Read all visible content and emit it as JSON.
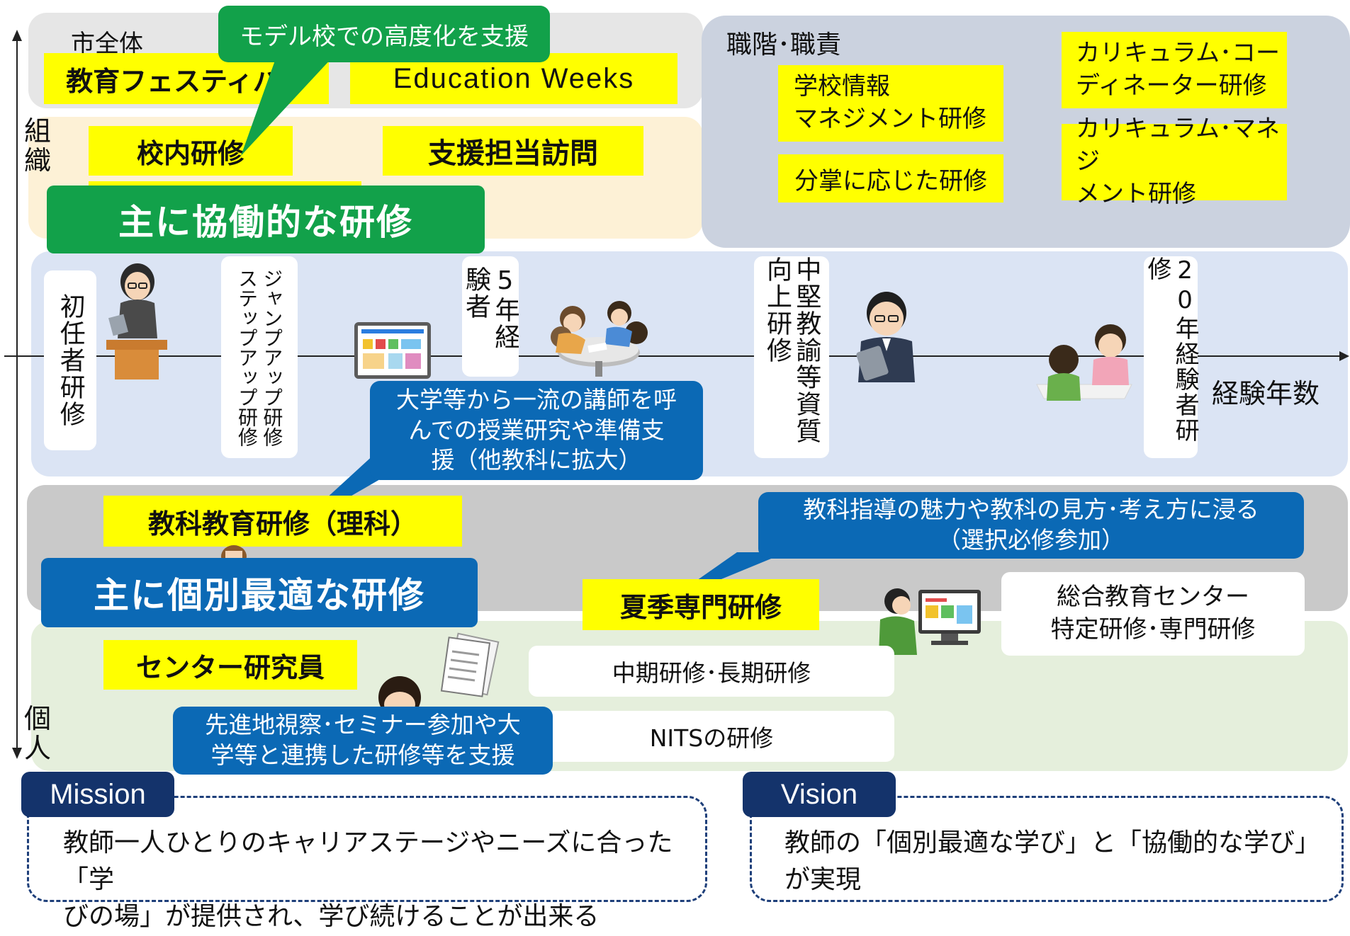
{
  "colors": {
    "yellow": "#ffff00",
    "green": "#12a14a",
    "blue": "#0b69b5",
    "navy": "#14336b",
    "band_city": "#e6e6e6",
    "band_org": "#fdf1d6",
    "band_role": "#cbd2df",
    "band_experience": "#dbe4f4",
    "band_subject": "#c9c9c9",
    "band_individual": "#e5efdc"
  },
  "axis": {
    "top_label": "組\n織",
    "bottom_label": "個\n人",
    "x_label": "経験年数"
  },
  "city": {
    "label": "市全体",
    "festival": "教育フェスティバル",
    "weeks": "Education Weeks"
  },
  "model_school_callout": "モデル校での高度化を支援",
  "organization": {
    "school_training": "校内研修",
    "support_visit": "支援担当訪問",
    "collaborative": "主に協働的な研修"
  },
  "role": {
    "label": "職階･職責",
    "items": [
      "学校情報\nマネジメント研修",
      "分掌に応じた研修",
      "カリキュラム･コー\nディネーター研修",
      "カリキュラム･マネジ\nメント研修"
    ]
  },
  "experience": {
    "first_year": "初任者研修",
    "jump_up": "ジャンプアップ研修",
    "step_up": "ステップアップ研修",
    "five_year": "5年経験者",
    "mid_career": "中堅教諭等資質向上研修",
    "twenty_year": "20年経験者研修"
  },
  "icons": {
    "teacher_podium": "teacher-at-podium-icon",
    "tablet_screen": "tablet-screen-icon",
    "group_discussion": "group-discussion-icon",
    "male_teacher_tablet": "male-teacher-tablet-icon",
    "consultation": "consultation-icon",
    "document": "document-icon",
    "computer_user": "computer-user-icon"
  },
  "university_callout": "大学等から一流の講師を呼\nんでの授業研究や準備支\n援（他教科に拡大）",
  "subject": {
    "science": "教科教育研修（理科）",
    "individual": "主に個別最適な研修",
    "callout": "教科指導の魅力や教科の見方･考え方に浸る\n（選択必修参加）",
    "summer": "夏季専門研修"
  },
  "individual": {
    "center_specific": "総合教育センター\n特定研修･専門研修",
    "center_researcher": "センター研究員",
    "mid_long": "中期研修･長期研修",
    "nits": "NITSの研修",
    "callout": "先進地視察･セミナー参加や大\n学等と連携した研修等を支援"
  },
  "mission": {
    "title": "Mission",
    "text": "教師一人ひとりのキャリアステージやニーズに合った「学\nびの場」が提供され、学び続けることが出来る"
  },
  "vision": {
    "title": "Vision",
    "text": "教師の「個別最適な学び」と「協働的な学び」\nが実現"
  }
}
